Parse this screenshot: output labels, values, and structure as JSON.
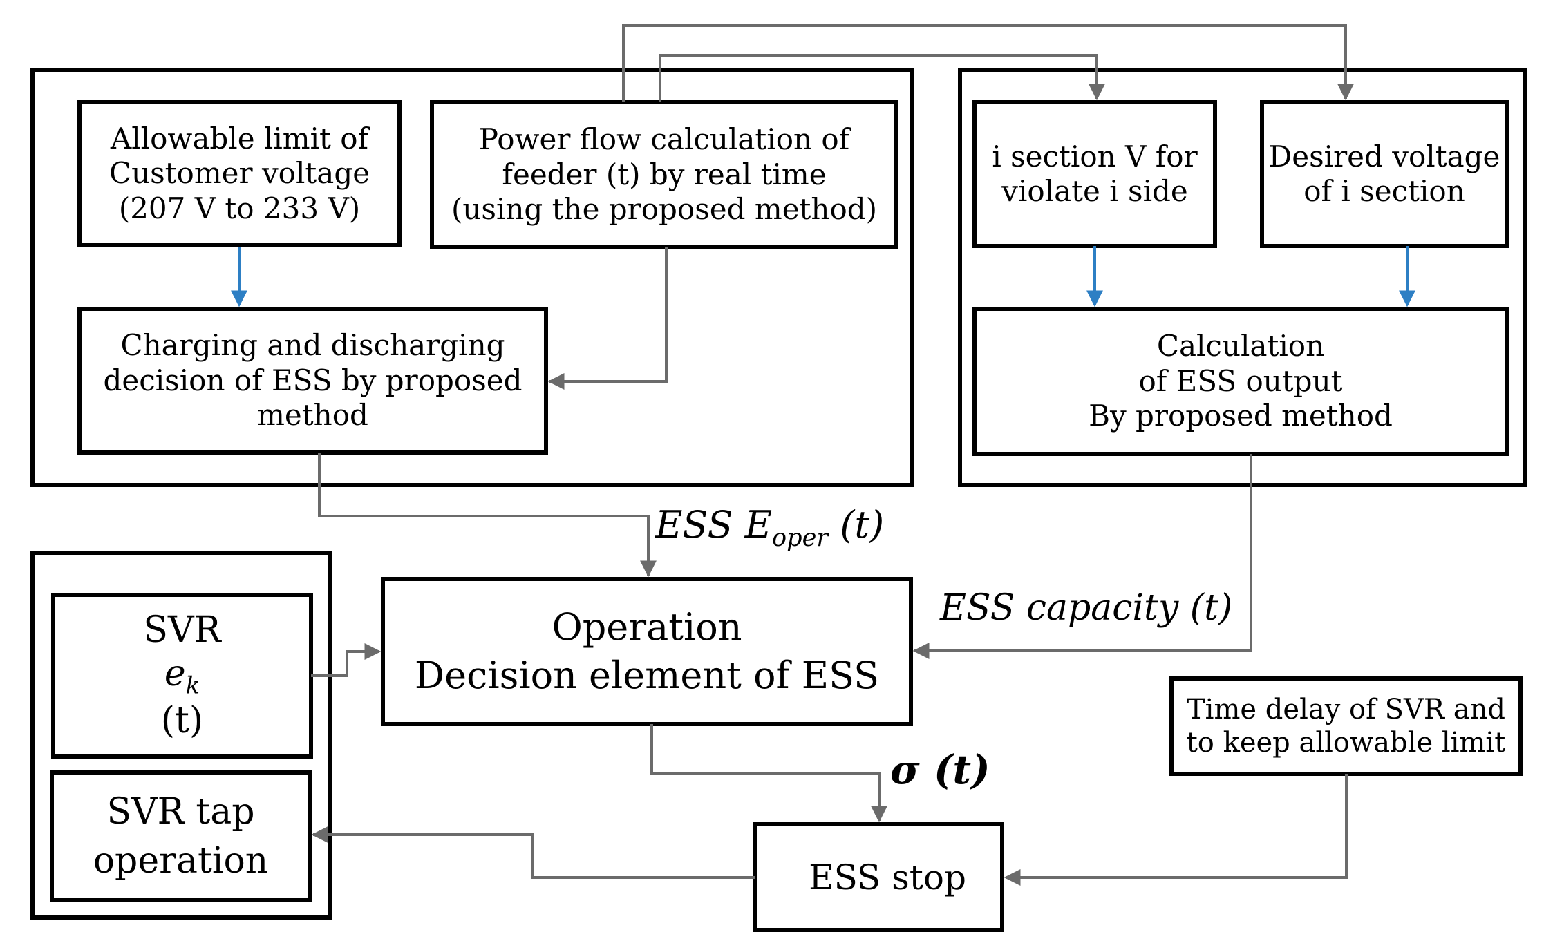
{
  "boxes": {
    "allowable_limit": [
      "Allowable limit of",
      "Customer voltage",
      "(207 V to 233 V)"
    ],
    "power_flow": [
      "Power flow calculation of",
      "feeder (t) by real time",
      "(using the proposed method)"
    ],
    "charging_decision": [
      "Charging and discharging",
      "decision of ESS by proposed",
      "method"
    ],
    "section_v": [
      "i  section V for",
      "violate i side"
    ],
    "desired_voltage": [
      "Desired voltage",
      "of i section"
    ],
    "ess_output_calc": [
      "Calculation",
      "of ESS output",
      "By proposed method"
    ],
    "operation": [
      "Operation",
      "Decision element of ESS"
    ],
    "svr_ek": {
      "prefix": "SVR ",
      "var": "e",
      "sub": "k",
      "arg": "(t)"
    },
    "svr_tap": [
      "SVR tap",
      "operation"
    ],
    "time_delay": [
      "Time delay of SVR and",
      "to keep allowable limit"
    ],
    "ess_stop": [
      "ESS stop"
    ]
  },
  "signals": {
    "e_oper": {
      "main": "ESS E",
      "sub": "oper",
      "arg": "(t)"
    },
    "ess_capacity": "ESS capacity (t)",
    "sigma": "σ (t)"
  },
  "colors": {
    "box_stroke": "#000000",
    "connector_gray": "#6b6b6b",
    "connector_blue": "#2d7fc4"
  }
}
